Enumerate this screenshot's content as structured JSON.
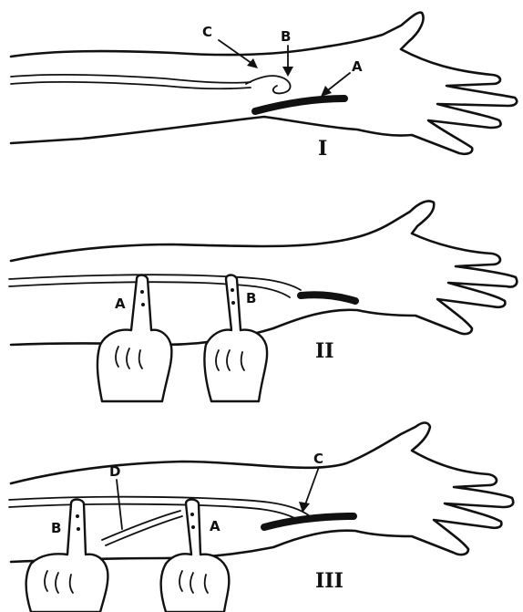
{
  "panels": [
    {
      "numeral": "I",
      "labels": {
        "a": "A",
        "b": "B",
        "c": "C"
      }
    },
    {
      "numeral": "II",
      "labels": {
        "a": "A",
        "b": "B"
      }
    },
    {
      "numeral": "III",
      "labels": {
        "b": "B",
        "a": "A",
        "c": "C",
        "d": "D"
      }
    }
  ]
}
